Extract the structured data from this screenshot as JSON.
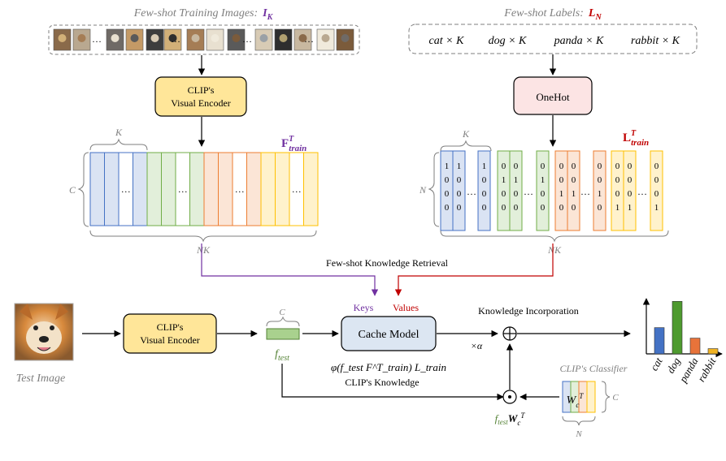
{
  "top": {
    "images_title": "Few-shot Training Images:",
    "images_symbol": "I",
    "images_symbol_sub": "K",
    "labels_title": "Few-shot Labels:",
    "labels_symbol": "L",
    "labels_symbol_sub": "N",
    "label_items": [
      "cat × K",
      "dog × K",
      "panda × K",
      "rabbit × K"
    ]
  },
  "encoders": {
    "train_line1": "CLIP's",
    "train_line2": "Visual Encoder",
    "test_line1": "CLIP's",
    "test_line2": "Visual Encoder",
    "onehot": "OneHot"
  },
  "features": {
    "F_main": "F",
    "F_sup": "T",
    "F_sub": "train",
    "L_main": "L",
    "L_sup": "T",
    "L_sub": "train",
    "K_label": "K",
    "C_label": "C",
    "N_label": "N",
    "NK_label": "NK",
    "dots": "…",
    "onehot_columns": [
      [
        "1",
        "0",
        "0",
        "0"
      ],
      [
        "1",
        "0",
        "0",
        "0"
      ],
      [
        "1",
        "0",
        "0",
        "0"
      ],
      [
        "0",
        "1",
        "0",
        "0"
      ],
      [
        "0",
        "1",
        "0",
        "0"
      ],
      [
        "0",
        "1",
        "0",
        "0"
      ],
      [
        "0",
        "0",
        "1",
        "0"
      ],
      [
        "0",
        "0",
        "1",
        "0"
      ],
      [
        "0",
        "0",
        "1",
        "0"
      ],
      [
        "0",
        "0",
        "0",
        "1"
      ],
      [
        "0",
        "0",
        "0",
        "1"
      ],
      [
        "0",
        "0",
        "0",
        "1"
      ]
    ]
  },
  "flow": {
    "retrieval": "Few-shot  Knowledge Retrieval",
    "keys": "Keys",
    "values": "Values",
    "cache_model": "Cache Model",
    "cache_formula": "φ(f_test F^T_train) L_train",
    "alpha": "×α",
    "incorporation": "Knowledge Incorporation",
    "clip_knowledge": "CLIP's  Knowledge",
    "test_image": "Test Image",
    "f_test_main": "f",
    "f_test_sub": "test",
    "clip_classifier": "CLIP's Classifier",
    "wc_main": "W",
    "wc_sup": "T",
    "wc_sub": "c",
    "ftest_wc": "f_test W^T_c",
    "C_label": "C",
    "N_label": "N"
  },
  "chart_data": {
    "type": "bar",
    "categories": [
      "cat",
      "dog",
      "panda",
      "rabbit"
    ],
    "values": [
      0.5,
      1.0,
      0.3,
      0.1
    ],
    "colors": [
      "#4472c4",
      "#4e9a2f",
      "#e8733a",
      "#f0b323"
    ],
    "title": "",
    "ylim": [
      0,
      1.2
    ]
  },
  "colors": {
    "blue": "#4472c4",
    "green": "#70ad47",
    "orange": "#ed7d31",
    "yellow": "#ffc000",
    "purple": "#7030a0",
    "red": "#c00000",
    "encoder_fill": "#ffe699",
    "onehot_fill": "#fce4e4",
    "cache_fill": "#dce6f2"
  }
}
